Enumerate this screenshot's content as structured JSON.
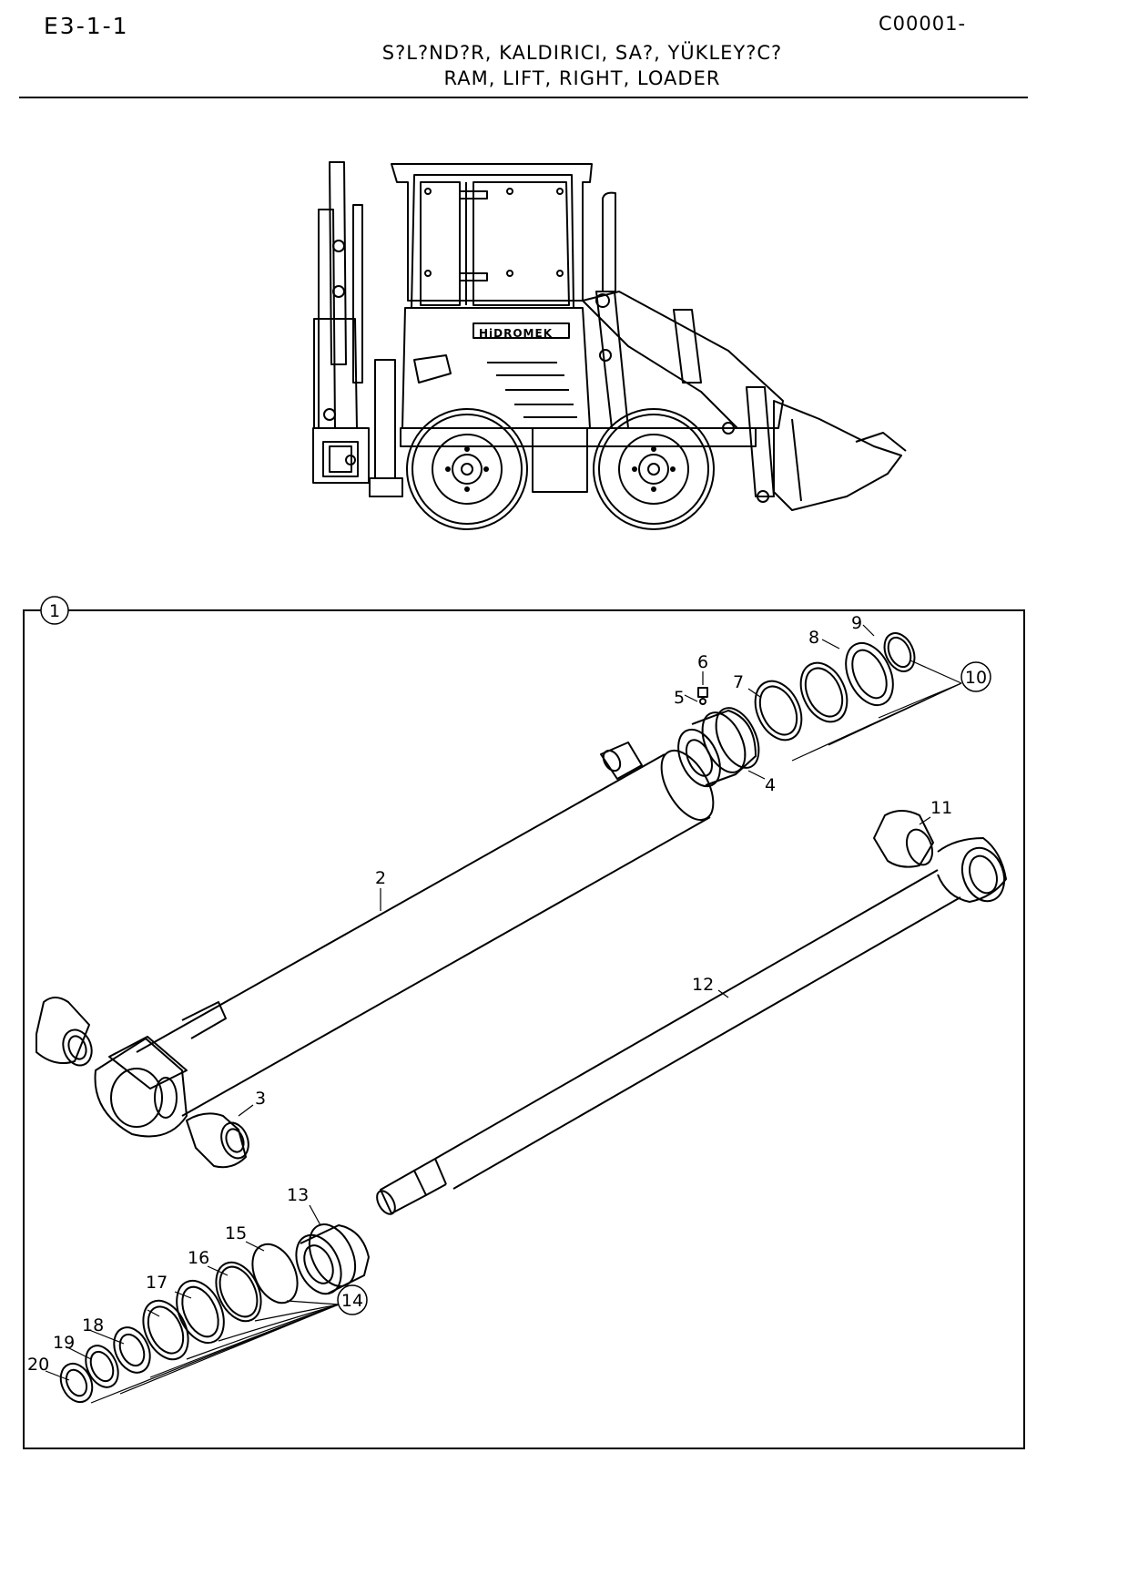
{
  "header": {
    "drawing_code": "E3-1-1",
    "part_code": "C00001-",
    "title_tr": "S?L?ND?R, KALDIRICI, SA?, YÜKLEY?C?",
    "title_en": "RAM, LIFT, RIGHT, LOADER"
  },
  "machine": {
    "brand": "HiDROMEK"
  },
  "callouts": {
    "assembly": "1",
    "c2": "2",
    "c3": "3",
    "c4": "4",
    "c5": "5",
    "c6": "6",
    "c7": "7",
    "c8": "8",
    "c9": "9",
    "c10": "10",
    "c11": "11",
    "c12": "12",
    "c13": "13",
    "c14": "14",
    "c15": "15",
    "c16": "16",
    "c17": "17",
    "c18": "18",
    "c19": "19",
    "c20": "20"
  }
}
